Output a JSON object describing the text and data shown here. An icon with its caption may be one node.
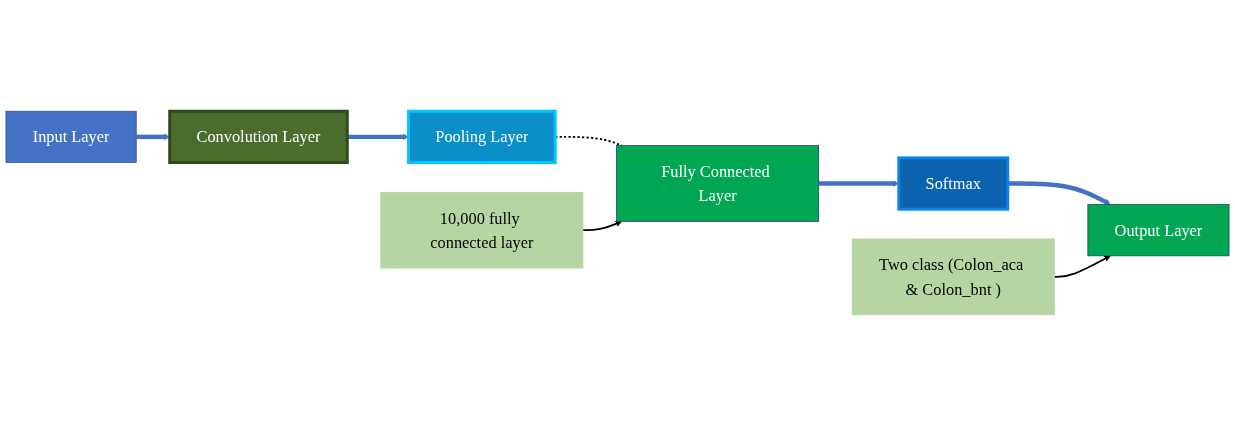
{
  "diagram": {
    "nodes": [
      {
        "text": [
          "Input Layer"
        ]
      },
      {
        "text": [
          "Convolution Layer"
        ]
      },
      {
        "text": [
          "Pooling Layer"
        ]
      },
      {
        "text": [
          "10,000 fully connected layer"
        ]
      },
      {
        "text": [
          "Fully Connected Layer"
        ]
      },
      {
        "text": [
          "Softmax"
        ]
      },
      {
        "text": [
          "Two class (Colon_aca & Colon_bnt )"
        ]
      },
      {
        "text": [
          "Output Layer"
        ]
      }
    ],
    "edges": [
      {
        "from": 0,
        "to": 1,
        "arrow": "to"
      },
      {
        "from": 1,
        "to": 2,
        "arrow": "to"
      },
      {
        "from": 2,
        "to": 4,
        "arrow": "none",
        "style": "dashed",
        "color": "#000000"
      },
      {
        "from": 3,
        "to": 4,
        "arrow": "to",
        "color": "#000000"
      },
      {
        "from": 4,
        "to": 5,
        "arrow": "to"
      },
      {
        "from": 5,
        "to": 7,
        "arrow": "to"
      },
      {
        "from": 6,
        "to": 7,
        "arrow": "to",
        "color": "#000000"
      }
    ]
  }
}
